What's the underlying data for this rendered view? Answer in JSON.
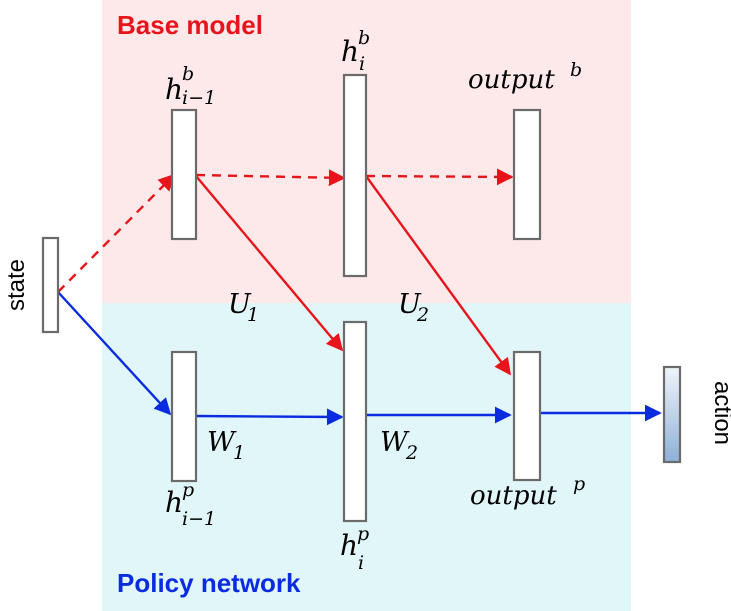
{
  "regions": {
    "base": {
      "title": "Base model",
      "fill": "#fde9e9",
      "title_color": "#e8141b"
    },
    "policy": {
      "title": "Policy network",
      "fill": "#e0f6f8",
      "title_color": "#0a2be0"
    }
  },
  "nodes": {
    "state": {
      "label": "state"
    },
    "action": {
      "label": "action"
    },
    "hb_prev": {
      "base": "h",
      "sup": "b",
      "sub": "i−1"
    },
    "hb_i": {
      "base": "h",
      "sup": "b",
      "sub": "i"
    },
    "out_b": {
      "base": "output",
      "sup": "b"
    },
    "hp_prev": {
      "base": "h",
      "sup": "p",
      "sub": "i−1"
    },
    "hp_i": {
      "base": "h",
      "sup": "p",
      "sub": "i"
    },
    "out_p": {
      "base": "output",
      "sup": "p"
    }
  },
  "weights": {
    "U1": {
      "base": "U",
      "sub": "1"
    },
    "U2": {
      "base": "U",
      "sub": "2"
    },
    "W1": {
      "base": "W",
      "sub": "1"
    },
    "W2": {
      "base": "W",
      "sub": "2"
    }
  },
  "colors": {
    "base_arrow": "#e8141b",
    "policy_arrow": "#0a2be0",
    "box_stroke": "#6b6b6b",
    "box_fill": "#ffffff"
  },
  "icons": {
    "arrowhead": "triangle-arrowhead"
  }
}
